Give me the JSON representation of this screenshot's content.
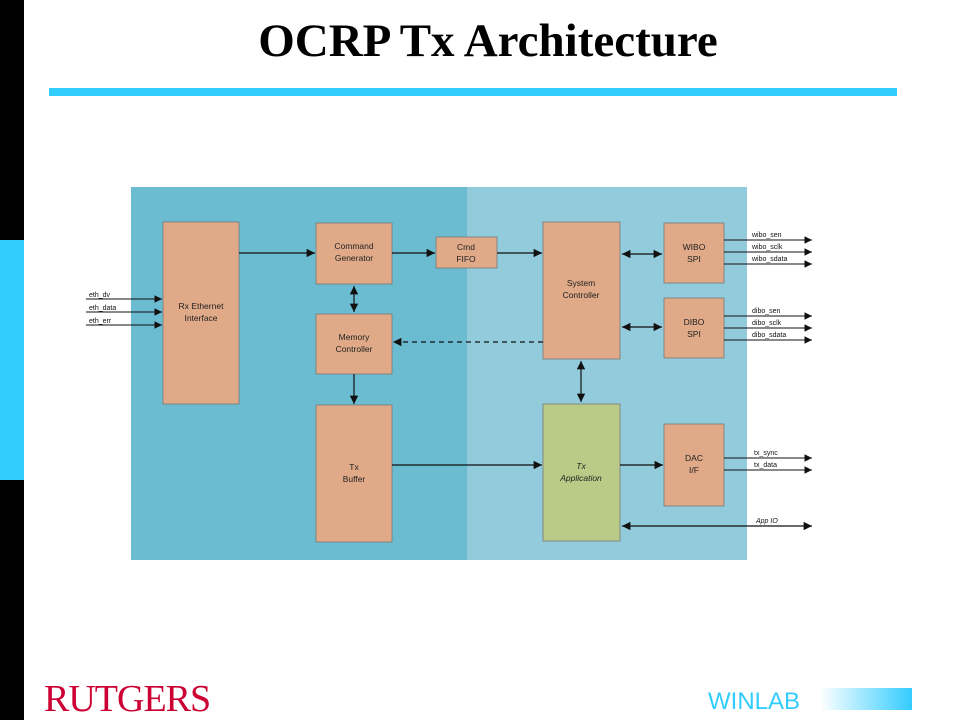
{
  "slide": {
    "title": "OCRP Tx Architecture",
    "logo_left": "RUTGERS",
    "logo_right": "WINLAB"
  },
  "colors": {
    "accent": "#33ccff",
    "panel_dark": "#6bbbd1",
    "panel_light": "#92cbdb",
    "block": "#e0aa88",
    "block_app": "#b8cc88",
    "rutgers_red": "#cc0033"
  },
  "diagram": {
    "blocks": {
      "rx_eth": [
        "Rx Ethernet",
        "Interface"
      ],
      "cmd_gen": [
        "Command",
        "Generator"
      ],
      "cmd_fifo": [
        "Cmd",
        "FIFO"
      ],
      "mem_ctrl": [
        "Memory",
        "Controller"
      ],
      "tx_buf": [
        "Tx",
        "Buffer"
      ],
      "sys_ctrl": [
        "System",
        "Controller"
      ],
      "wibo_spi": [
        "WIBO",
        "SPI"
      ],
      "dibo_spi": [
        "DIBO",
        "SPI"
      ],
      "tx_app": [
        "Tx",
        "Application"
      ],
      "dac": [
        "DAC",
        "I/F"
      ]
    },
    "signals": {
      "inputs": [
        "eth_dv",
        "eth_data",
        "eth_err"
      ],
      "wibo": [
        "wibo_sen",
        "wibo_sclk",
        "wibo_sdata"
      ],
      "dibo": [
        "dibo_sen",
        "dibo_sclk",
        "dibo_sdata"
      ],
      "dac": [
        "tx_sync",
        "tx_data"
      ],
      "app": "App IO"
    }
  }
}
